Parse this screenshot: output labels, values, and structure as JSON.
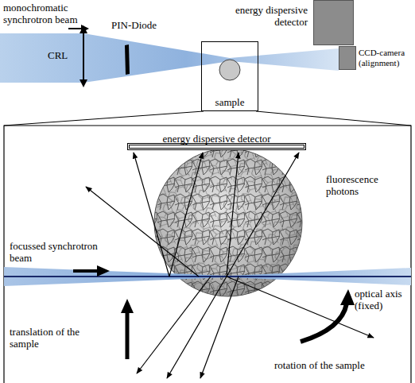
{
  "diagram": {
    "nodes": [
      {
        "text": [
          "energy dispersive detector"
        ]
      },
      {
        "text": [
          "sample"
        ]
      },
      {
        "text": [
          "CCD-camera (alignment)"
        ]
      },
      {
        "text": [
          "energy dispersive detector"
        ]
      }
    ],
    "labels": [
      "monochromatic synchrotron beam",
      "CRL",
      "PIN-Diode",
      "fluorescence photons",
      "focussed synchrotron beam",
      "optical axis (fixed)",
      "translation of the sample",
      "rotation of the sample"
    ]
  }
}
